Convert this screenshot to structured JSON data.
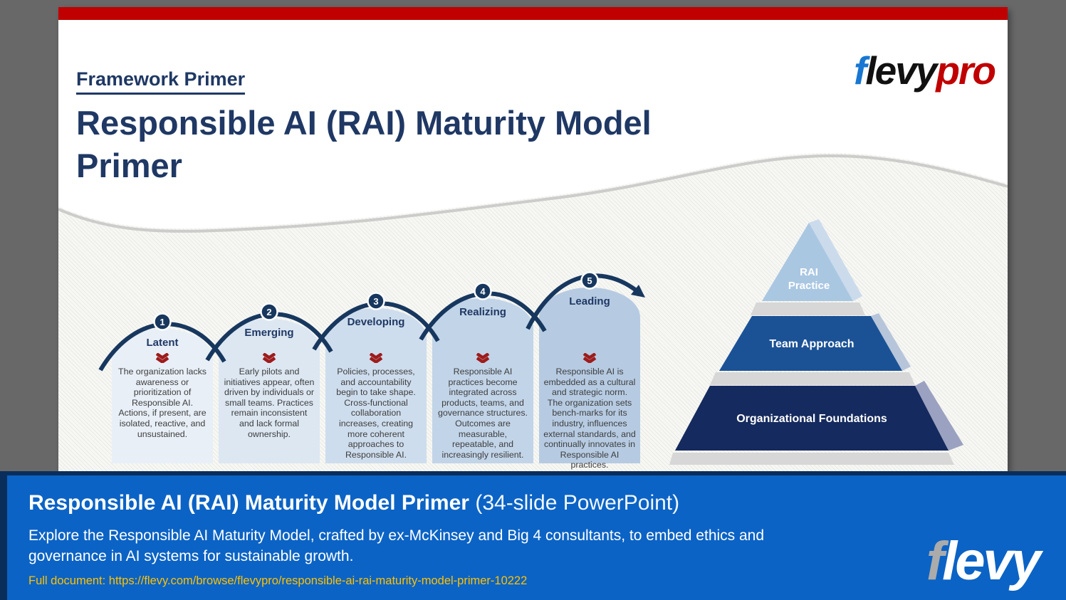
{
  "slide": {
    "eyebrow": "Framework Primer",
    "title_line1": "Responsible AI (RAI) Maturity Model",
    "title_line2": "Primer",
    "accent_bar_color": "#C00000",
    "logo_pro": {
      "f": "f",
      "levy": "levy",
      "pro": "pro"
    },
    "stages": [
      {
        "number": "1",
        "name": "Latent",
        "description": "The organization lacks awareness or prioritization of Responsible AI. Actions, if present, are isolated, reactive, and unsustained.",
        "color": "#E8EFF7"
      },
      {
        "number": "2",
        "name": "Emerging",
        "description": "Early pilots and initiatives appear, often driven by individuals or small teams. Practices remain inconsistent and lack formal ownership.",
        "color": "#DCE7F2"
      },
      {
        "number": "3",
        "name": "Developing",
        "description": "Policies, processes, and accountability begin to take shape. Cross-functional collaboration increases, creating more coherent approaches to Responsible AI.",
        "color": "#CEDDED"
      },
      {
        "number": "4",
        "name": "Realizing",
        "description": "Responsible AI practices become integrated across products, teams, and governance structures. Outcomes are measurable, repeatable, and increasingly resilient.",
        "color": "#C2D4E8"
      },
      {
        "number": "5",
        "name": "Leading",
        "description": "Responsible AI is embedded as a cultural and strategic norm. The organization sets bench-marks for its industry, influences external standards, and continually innovates in Responsible AI practices.",
        "color": "#B6CBE2"
      }
    ],
    "arc_color": "#17375E",
    "chevron_color": "#9E1B1B",
    "pyramid": {
      "tiers": [
        {
          "label_line1": "RAI",
          "label_line2": "Practice",
          "color": "#AAC7E2"
        },
        {
          "label": "Team Approach",
          "color": "#1B5296"
        },
        {
          "label": "Organizational Foundations",
          "color": "#152A5E"
        }
      ]
    }
  },
  "banner": {
    "bg_color": "#0B63C5",
    "frame_color": "#0A2E5C",
    "title_bold": "Responsible AI (RAI) Maturity Model Primer",
    "title_suffix": "(34-slide PowerPoint)",
    "description_line1": "Explore the Responsible AI Maturity Model, crafted by ex-McKinsey and Big 4 consultants, to embed ethics and",
    "description_line2": "governance in AI systems for sustainable growth.",
    "link_text": "Full document: https://flevy.com/browse/flevypro/responsible-ai-rai-maturity-model-primer-10222",
    "link_color": "#FFC000",
    "logo": {
      "f": "f",
      "levy": "levy"
    }
  }
}
